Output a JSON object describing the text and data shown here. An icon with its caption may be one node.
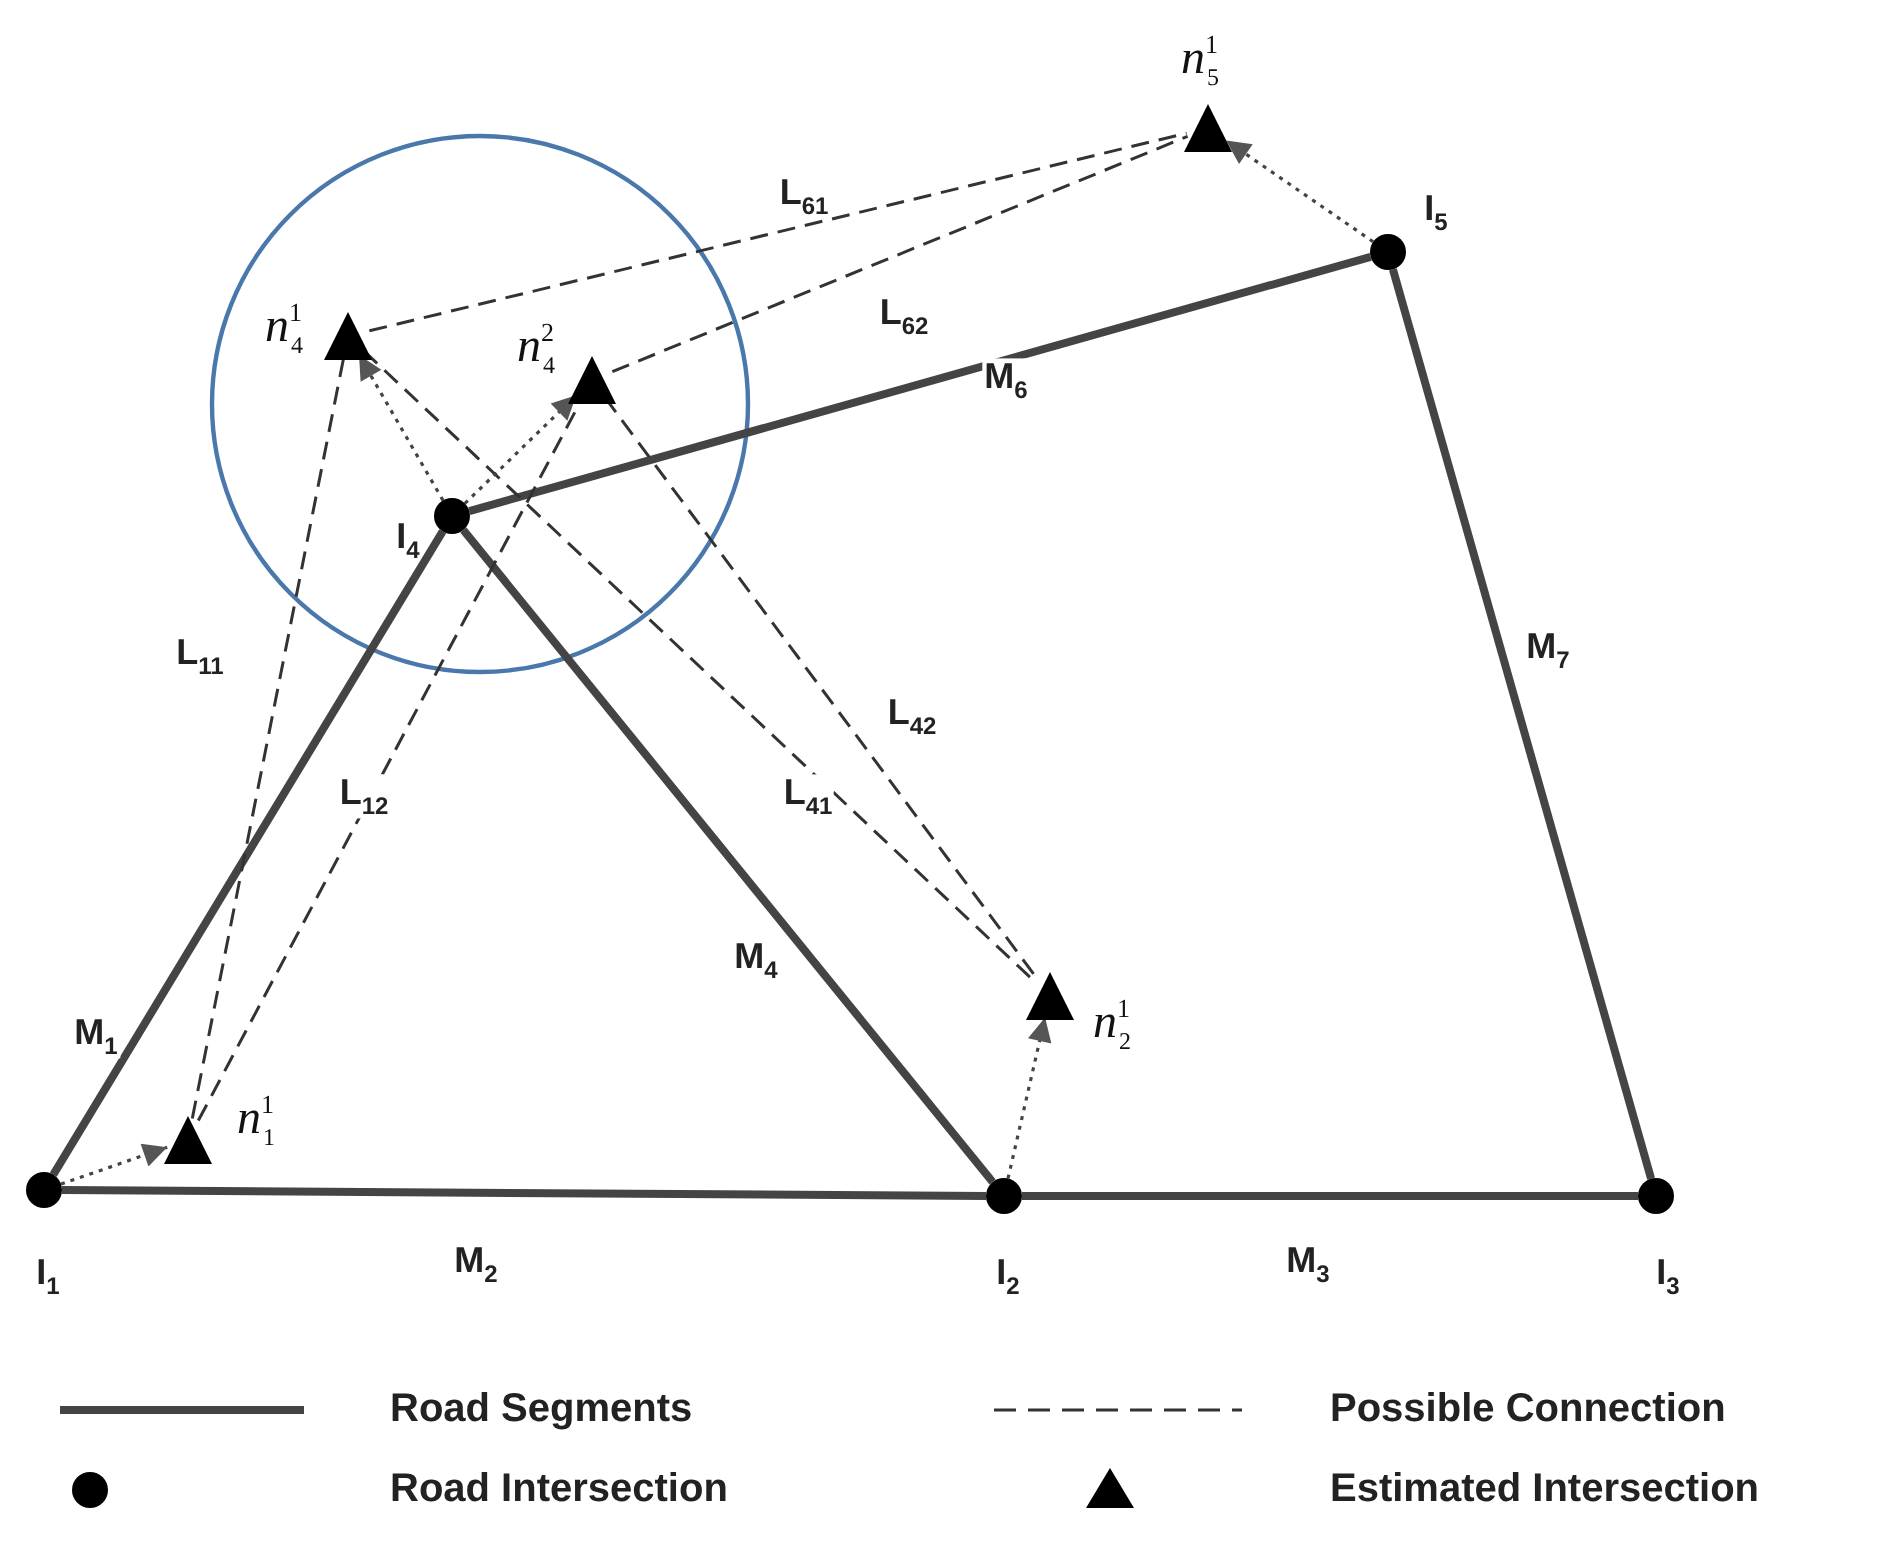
{
  "diagram": {
    "nodes": [
      {
        "text": [],
        "shape": "circle",
        "beside": [
          "I$_{1}$"
        ]
      },
      {
        "text": [],
        "shape": "circle",
        "beside": [
          "I$_{2}$"
        ]
      },
      {
        "text": [],
        "shape": "circle",
        "beside": [
          "I$_{3}$"
        ]
      },
      {
        "text": [],
        "shape": "circle",
        "beside": [
          "I$_{4}$"
        ]
      },
      {
        "text": [],
        "shape": "circle",
        "beside": [
          "I$_{5}$"
        ]
      },
      {
        "text": [],
        "shape": "triangle",
        "beside": [
          "*n*$^{1}$$_{1}$"
        ]
      },
      {
        "text": [],
        "shape": "triangle",
        "beside": [
          "*n*$^{1}$$_{2}$"
        ]
      },
      {
        "text": [],
        "shape": "triangle",
        "beside": [
          "*n*$^{1}$$_{4}$"
        ]
      },
      {
        "text": [],
        "shape": "triangle",
        "beside": [
          "*n*$^{2}$$_{4}$"
        ]
      },
      {
        "text": [],
        "shape": "triangle",
        "beside": [
          "*n*$^{1}$$_{5}$"
        ]
      }
    ],
    "edges": [
      {
        "from": 0,
        "to": 3,
        "arrow": "none",
        "style": "thick",
        "label": "M$_{1}$"
      },
      {
        "from": 0,
        "to": 1,
        "arrow": "none",
        "style": "thick",
        "label": "M$_{2}$"
      },
      {
        "from": 1,
        "to": 2,
        "arrow": "none",
        "style": "thick",
        "label": "M$_{3}$"
      },
      {
        "from": 3,
        "to": 1,
        "arrow": "none",
        "style": "thick",
        "label": "M$_{4}$"
      },
      {
        "from": 3,
        "to": 4,
        "arrow": "none",
        "style": "thick",
        "label": "M$_{6}$"
      },
      {
        "from": 4,
        "to": 2,
        "arrow": "none",
        "style": "thick",
        "label": "M$_{7}$"
      },
      {
        "from": 5,
        "to": 7,
        "arrow": "none",
        "style": "dashed",
        "label": "L$_{11}$"
      },
      {
        "from": 5,
        "to": 8,
        "arrow": "none",
        "style": "dashed",
        "label": "L$_{12}$"
      },
      {
        "from": 7,
        "to": 6,
        "arrow": "none",
        "style": "dashed",
        "label": "L$_{41}$"
      },
      {
        "from": 8,
        "to": 6,
        "arrow": "none",
        "style": "dashed",
        "label": "L$_{42}$"
      },
      {
        "from": 7,
        "to": 9,
        "arrow": "none",
        "style": "dashed",
        "label": "L$_{61}$"
      },
      {
        "from": 8,
        "to": 9,
        "arrow": "none",
        "style": "dashed",
        "label": "L$_{62}$"
      },
      {
        "from": 0,
        "to": 5,
        "arrow": "to",
        "style": "dashed"
      },
      {
        "from": 1,
        "to": 6,
        "arrow": "to",
        "style": "dashed"
      },
      {
        "from": 3,
        "to": 7,
        "arrow": "to",
        "style": "dashed"
      },
      {
        "from": 3,
        "to": 8,
        "arrow": "to",
        "style": "dashed"
      },
      {
        "from": 4,
        "to": 9,
        "arrow": "to",
        "style": "dashed"
      }
    ],
    "legend": [
      {
        "text": "Road Segments"
      },
      {
        "text": "Possible Connection"
      },
      {
        "text": "Road Intersection"
      },
      {
        "text": "Estimated Intersection"
      }
    ]
  }
}
